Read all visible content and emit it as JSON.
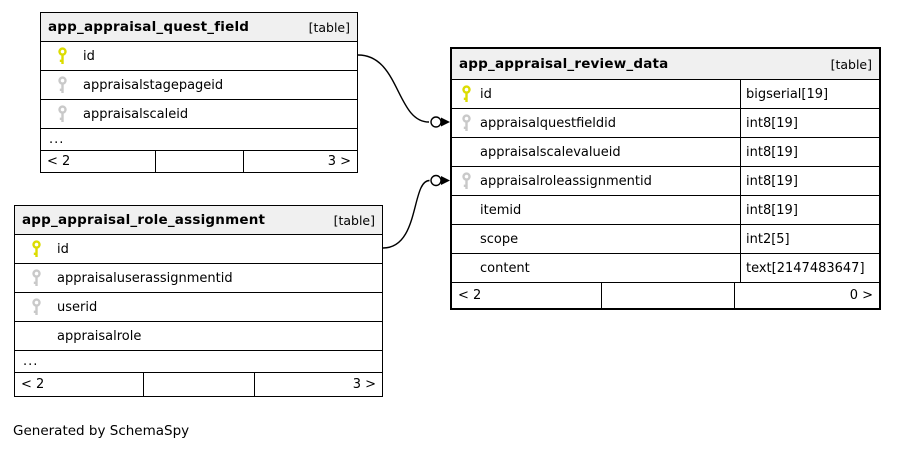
{
  "caption": "Generated by SchemaSpy",
  "colors": {
    "primary_key": "#dcdc00",
    "foreign_key": "#c9c9c9",
    "header_bg": "#f0f0f0",
    "border": "#000000"
  },
  "tables": [
    {
      "name": "app_appraisal_quest_field",
      "tag": "[table]",
      "rows": [
        {
          "name": "id",
          "icon": "primary-key"
        },
        {
          "name": "appraisalstagepageid",
          "icon": "foreign-key"
        },
        {
          "name": "appraisalscaleid",
          "icon": "foreign-key"
        }
      ],
      "more": "...",
      "footer": {
        "prev": "< 2",
        "next": "3 >"
      }
    },
    {
      "name": "app_appraisal_role_assignment",
      "tag": "[table]",
      "rows": [
        {
          "name": "id",
          "icon": "primary-key"
        },
        {
          "name": "appraisaluserassignmentid",
          "icon": "foreign-key"
        },
        {
          "name": "userid",
          "icon": "foreign-key"
        },
        {
          "name": "appraisalrole",
          "icon": "none"
        }
      ],
      "more": "...",
      "footer": {
        "prev": "< 2",
        "next": "3 >"
      }
    },
    {
      "name": "app_appraisal_review_data",
      "tag": "[table]",
      "rows": [
        {
          "name": "id",
          "type": "bigserial[19]",
          "icon": "primary-key"
        },
        {
          "name": "appraisalquestfieldid",
          "type": "int8[19]",
          "icon": "foreign-key"
        },
        {
          "name": "appraisalscalevalueid",
          "type": "int8[19]",
          "icon": "none"
        },
        {
          "name": "appraisalroleassignmentid",
          "type": "int8[19]",
          "icon": "foreign-key"
        },
        {
          "name": "itemid",
          "type": "int8[19]",
          "icon": "none"
        },
        {
          "name": "scope",
          "type": "int2[5]",
          "icon": "none"
        },
        {
          "name": "content",
          "type": "text[2147483647]",
          "icon": "none"
        }
      ],
      "footer": {
        "prev": "< 2",
        "next": "0 >"
      }
    }
  ],
  "relationships": [
    {
      "from": "app_appraisal_quest_field.id",
      "to": "app_appraisal_review_data.appraisalquestfieldid"
    },
    {
      "from": "app_appraisal_role_assignment.id",
      "to": "app_appraisal_review_data.appraisalroleassignmentid"
    }
  ]
}
